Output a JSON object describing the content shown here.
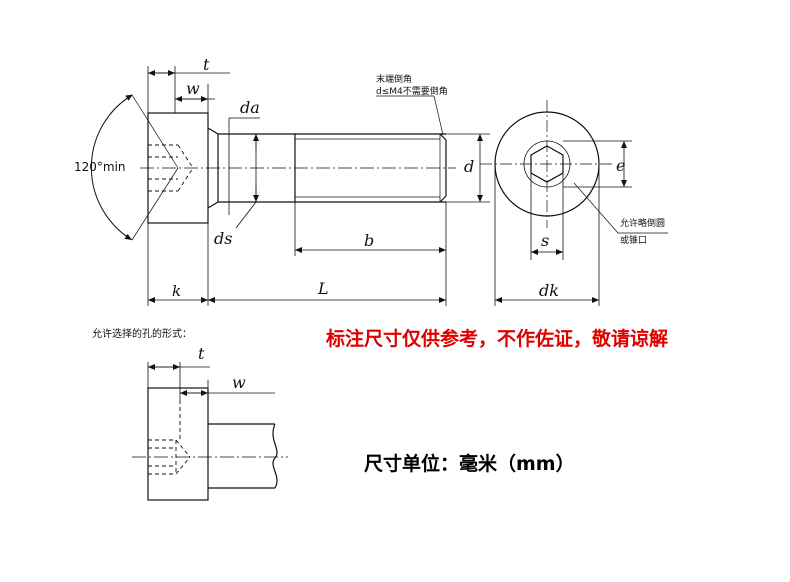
{
  "labels": {
    "t": "t",
    "w": "w",
    "da": "da",
    "ds": "ds",
    "b": "b",
    "L": "L",
    "k": "k",
    "d": "d",
    "e": "e",
    "s": "s",
    "dk": "dk",
    "angle": "120°min"
  },
  "callouts": {
    "chamfer_line1": "末端倒角",
    "chamfer_line2": "d≤M4不需要倒角",
    "relief_line1": "允许略倒圆",
    "relief_line2": "或锥口",
    "alt_hole": "允许选择的孔的形式："
  },
  "notes": {
    "disclaimer": "标注尺寸仅供参考，不作佐证，敬请谅解",
    "unit": "尺寸单位：毫米（mm）"
  },
  "colors": {
    "line": "#111111",
    "disclaimer": "#e00000"
  }
}
